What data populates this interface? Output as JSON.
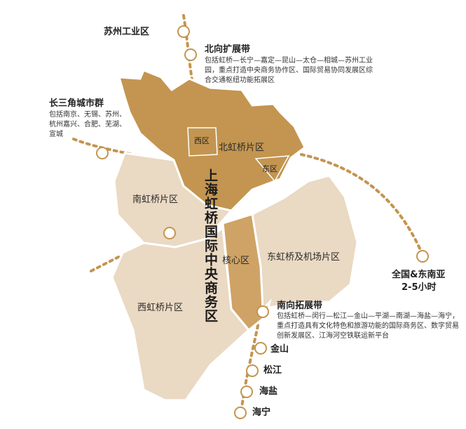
{
  "colors": {
    "core_gold": "#c39550",
    "core_light": "#cfa366",
    "region_beige": "#ead9c3",
    "boundary": "#ffffff",
    "corridor_dots": "#c39550"
  },
  "map": {
    "vertical_title": "上海虹桥国际中央商务区",
    "zones": {
      "north": "北虹桥片区",
      "south": "南虹桥片区",
      "west": "西虹桥片区",
      "core": "核心区",
      "east": "东虹桥及机场片区"
    },
    "inset_labels": {
      "west_box": "西区",
      "east_box": "东区"
    },
    "corridors": {
      "suzhou": "苏州工业区",
      "north": {
        "title": "北向扩展带",
        "description": "包括虹桥—长宁—嘉定—昆山—太仓—相城—苏州工业园，重点打造中央商务协作区、国际贸易协同发展区综合交通枢纽功能拓展区"
      },
      "yangtze": {
        "title": "长三角城市群",
        "description": "包括南京、无锡、苏州、杭州嘉兴、合肥、芜湖、宣城"
      },
      "southeast_asia": {
        "line1": "全国&东南亚",
        "line2": "2-5小时"
      },
      "south": {
        "title": "南向拓展带",
        "description": "包括虹桥—闵行—松江—金山—平湖—南湖—海盐—海宁，重点打造具有文化特色和旅游功能的国际商务区、数字贸易创新发展区、江海河空铁联运新平台"
      },
      "stops": [
        "金山",
        "松江",
        "海盐",
        "海宁"
      ]
    }
  }
}
